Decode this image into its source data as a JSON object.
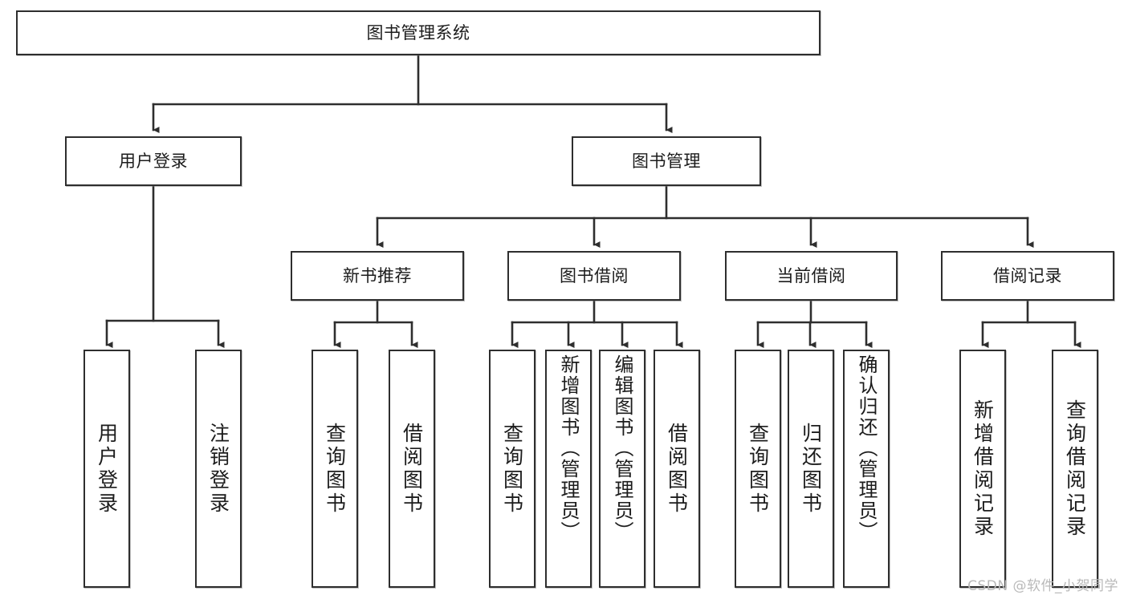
{
  "diagram": {
    "type": "tree",
    "title": "图书管理系统",
    "watermark": "CSDN @软件_小贺同学",
    "nodes": {
      "root": {
        "label": "图书管理系统"
      },
      "level2": [
        {
          "label": "用户登录"
        },
        {
          "label": "图书管理"
        }
      ],
      "level3": [
        {
          "label": "新书推荐"
        },
        {
          "label": "图书借阅"
        },
        {
          "label": "当前借阅"
        },
        {
          "label": "借阅记录"
        }
      ],
      "leaves": {
        "user_login": [
          {
            "label": "用户登录"
          },
          {
            "label": "注销登录"
          }
        ],
        "new_book": [
          {
            "label": "查询图书"
          },
          {
            "label": "借阅图书"
          }
        ],
        "book_borrow": [
          {
            "label": "查询图书"
          },
          {
            "label": "新增图书（管理员）"
          },
          {
            "label": "编辑图书（管理员）"
          },
          {
            "label": "借阅图书"
          }
        ],
        "current_borrow": [
          {
            "label": "查询图书"
          },
          {
            "label": "归还图书"
          },
          {
            "label": "确认归还（管理员）"
          }
        ],
        "borrow_record": [
          {
            "label": "新增借阅记录"
          },
          {
            "label": "查询借阅记录"
          }
        ]
      }
    },
    "colors": {
      "stroke": "#2e2e2e",
      "fill": "#ffffff",
      "text": "#1c1c1c",
      "watermark": "#b9b9b9"
    }
  }
}
